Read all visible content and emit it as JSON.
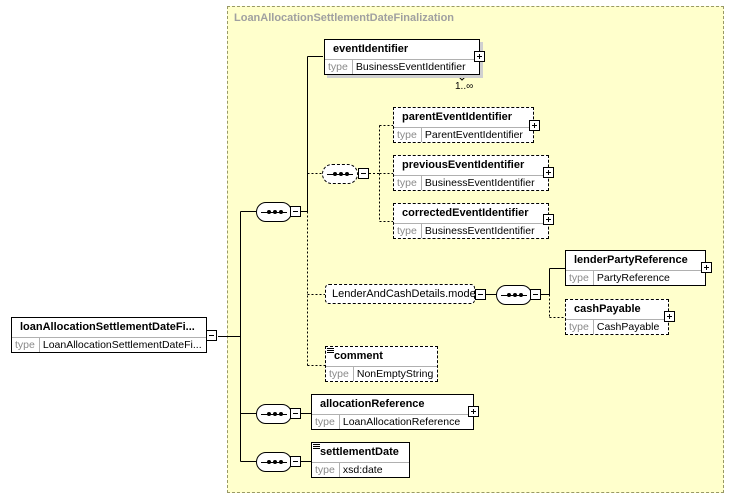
{
  "group": {
    "title": "LoanAllocationSettlementDateFinalization"
  },
  "root": {
    "name": "loanAllocationSettlementDateFi...",
    "type_kw": "type",
    "type": "LoanAllocationSettlementDateFi..."
  },
  "elements": {
    "eventIdentifier": {
      "name": "eventIdentifier",
      "type_kw": "type",
      "type": "BusinessEventIdentifier",
      "cardinality": "1..∞"
    },
    "parentEventIdentifier": {
      "name": "parentEventIdentifier",
      "type_kw": "type",
      "type": "ParentEventIdentifier"
    },
    "previousEventIdentifier": {
      "name": "previousEventIdentifier",
      "type_kw": "type",
      "type": "BusinessEventIdentifier"
    },
    "correctedEventIdentifier": {
      "name": "correctedEventIdentifier",
      "type_kw": "type",
      "type": "BusinessEventIdentifier"
    },
    "lenderPartyReference": {
      "name": "lenderPartyReference",
      "type_kw": "type",
      "type": "PartyReference"
    },
    "cashPayable": {
      "name": "cashPayable",
      "type_kw": "type",
      "type": "CashPayable"
    },
    "comment": {
      "name": "comment",
      "type_kw": "type",
      "type": "NonEmptyString"
    },
    "allocationReference": {
      "name": "allocationReference",
      "type_kw": "type",
      "type": "LoanAllocationReference"
    },
    "settlementDate": {
      "name": "settlementDate",
      "type_kw": "type",
      "type": "xsd:date"
    }
  },
  "model_group": {
    "label": "LenderAndCashDetails.model"
  }
}
